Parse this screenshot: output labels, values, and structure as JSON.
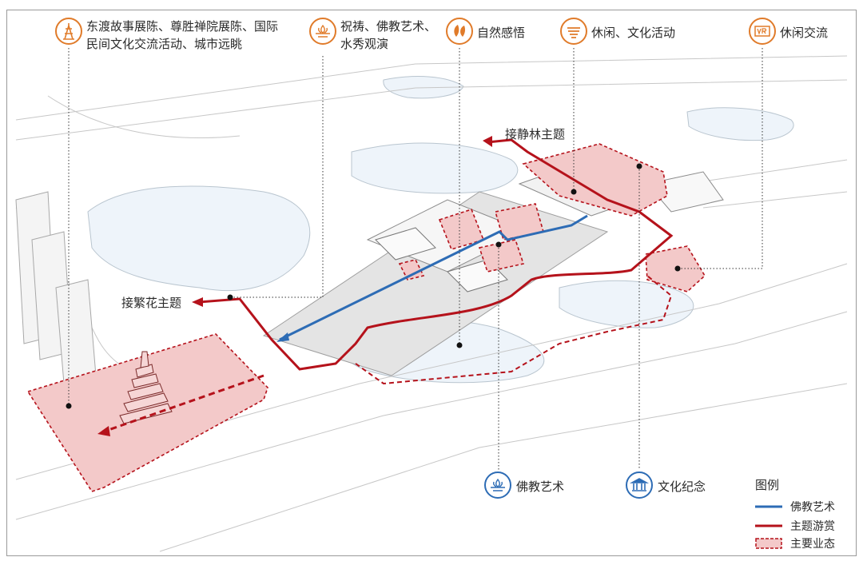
{
  "callouts": {
    "top1": {
      "line1": "东渡故事展陈、尊胜禅院展陈、国际",
      "line2": "民间文化交流活动、城市远眺",
      "icon": "tower-icon"
    },
    "top2": {
      "line1": "祝祷、佛教艺术、",
      "line2": "水秀观演",
      "icon": "lotus-icon"
    },
    "top3": {
      "text": "自然感悟",
      "icon": "leaf-icon"
    },
    "top4": {
      "text": "休闲、文化活动",
      "icon": "cloud-icon"
    },
    "top5": {
      "text": "休闲交流",
      "icon": "vr-icon"
    },
    "bottom1": {
      "text": "佛教艺术",
      "icon": "lotus-icon"
    },
    "bottom2": {
      "text": "文化纪念",
      "icon": "museum-icon"
    }
  },
  "route_labels": {
    "left": "接繁花主题",
    "right": "接静林主题"
  },
  "legend": {
    "title": "图例",
    "items": [
      {
        "label": "佛教艺术",
        "kind": "blue-line",
        "color": "#2d6cb5"
      },
      {
        "label": "主题游赏",
        "kind": "red-line",
        "color": "#b5121b"
      },
      {
        "label": "主要业态",
        "kind": "dashed-area",
        "color": "#b5121b"
      }
    ]
  },
  "colors": {
    "icon_orange": "#e07b2a",
    "icon_blue": "#2d6cb5",
    "route_red": "#b5121b",
    "area_fill": "#f3c9c9"
  }
}
